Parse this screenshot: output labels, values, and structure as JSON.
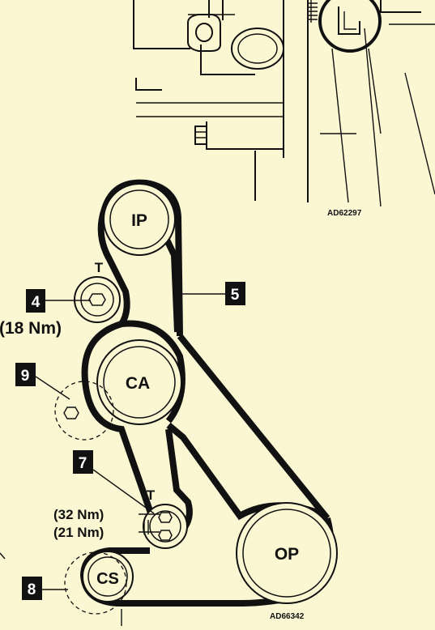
{
  "figure_ids": {
    "top": "AD62297",
    "bottom": "AD66342"
  },
  "pulleys": [
    {
      "id": "ip",
      "label": "IP"
    },
    {
      "id": "ca",
      "label": "CA"
    },
    {
      "id": "op",
      "label": "OP"
    },
    {
      "id": "cs",
      "label": "CS"
    }
  ],
  "tensioner_marks": {
    "upper": "T",
    "lower": "T"
  },
  "callouts": [
    {
      "num": "4"
    },
    {
      "num": "5"
    },
    {
      "num": "9"
    },
    {
      "num": "7"
    },
    {
      "num": "8"
    }
  ],
  "torques": {
    "tensioner_upper": "(18 Nm)",
    "tensioner_lower_a": "(32 Nm)",
    "tensioner_lower_b": "(21 Nm)"
  },
  "colors": {
    "background": "#fbf7d3",
    "ink": "#111111"
  }
}
